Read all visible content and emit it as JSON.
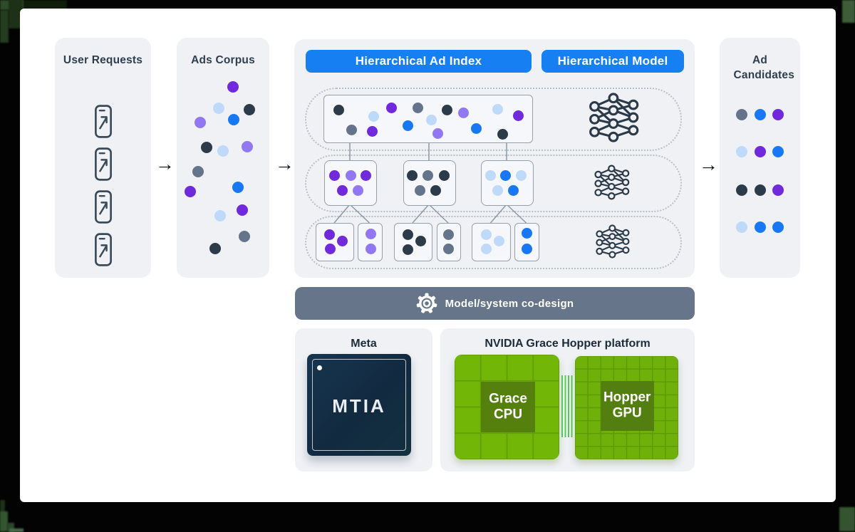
{
  "palette": {
    "purple": "#7129DC",
    "medpurple": "#9178F2",
    "lightblue": "#BFD9F9",
    "blue": "#1877F2",
    "dark": "#2C3B49",
    "gray": "#64748B"
  },
  "flow_arrow": "→",
  "user_requests": {
    "title": "User Requests",
    "phone_count": 4
  },
  "ads_corpus": {
    "title": "Ads Corpus",
    "embeddings": {
      "size": 16,
      "dots": [
        [
          79,
          69,
          "purple"
        ],
        [
          59,
          99,
          "lightblue"
        ],
        [
          102,
          101,
          "dark"
        ],
        [
          80,
          115,
          "blue"
        ],
        [
          33,
          119,
          "medpurple"
        ],
        [
          42,
          154,
          "dark"
        ],
        [
          65,
          159,
          "lightblue"
        ],
        [
          99,
          153,
          "medpurple"
        ],
        [
          30,
          188,
          "gray"
        ],
        [
          86,
          210,
          "blue"
        ],
        [
          19,
          216,
          "purple"
        ],
        [
          92,
          242,
          "purple"
        ],
        [
          61,
          250,
          "lightblue"
        ],
        [
          95,
          279,
          "gray"
        ],
        [
          54,
          296,
          "dark"
        ]
      ]
    }
  },
  "hierarchy": {
    "index_button": "Hierarchical Ad Index",
    "model_button": "Hierarchical Model",
    "level1": {
      "box": {
        "size": 15,
        "dots": [
          [
            20,
            20,
            "dark"
          ],
          [
            69,
            29,
            "lightblue"
          ],
          [
            94,
            17,
            "purple"
          ],
          [
            38,
            48,
            "gray"
          ],
          [
            67,
            50,
            "purple"
          ],
          [
            117,
            42,
            "blue"
          ],
          [
            131,
            17,
            "gray"
          ],
          [
            150,
            34,
            "lightblue"
          ],
          [
            172,
            20,
            "dark"
          ],
          [
            159,
            53,
            "medpurple"
          ],
          [
            195,
            24,
            "medpurple"
          ],
          [
            213,
            46,
            "blue"
          ],
          [
            243,
            19,
            "lightblue"
          ],
          [
            250,
            54,
            "dark"
          ],
          [
            272,
            28,
            "purple"
          ]
        ]
      }
    },
    "level2": {
      "boxes": [
        {
          "size": 15,
          "dots": [
            [
              13,
              20,
              "purple"
            ],
            [
              36,
              20,
              "medpurple"
            ],
            [
              57,
              20,
              "purple"
            ],
            [
              24,
              41,
              "purple"
            ],
            [
              46,
              41,
              "medpurple"
            ]
          ]
        },
        {
          "size": 15,
          "dots": [
            [
              11,
              20,
              "dark"
            ],
            [
              33,
              20,
              "gray"
            ],
            [
              56,
              20,
              "dark"
            ],
            [
              22,
              41,
              "gray"
            ],
            [
              44,
              41,
              "dark"
            ]
          ]
        },
        {
          "size": 15,
          "dots": [
            [
              12,
              20,
              "lightblue"
            ],
            [
              33,
              20,
              "blue"
            ],
            [
              55,
              20,
              "lightblue"
            ],
            [
              22,
              41,
              "lightblue"
            ],
            [
              44,
              41,
              "blue"
            ]
          ]
        }
      ]
    },
    "level3": {
      "boxes": [
        {
          "size": 15,
          "dots": [
            [
              18,
              15,
              "purple"
            ],
            [
              36,
              24,
              "purple"
            ],
            [
              19,
              35,
              "purple"
            ]
          ]
        },
        {
          "size": 15,
          "dots": [
            [
              17,
              14,
              "medpurple"
            ],
            [
              17,
              35,
              "medpurple"
            ]
          ]
        },
        {
          "size": 15,
          "dots": [
            [
              18,
              15,
              "dark"
            ],
            [
              36,
              24,
              "dark"
            ],
            [
              18,
              36,
              "dark"
            ]
          ]
        },
        {
          "size": 15,
          "dots": [
            [
              15,
              15,
              "gray"
            ],
            [
              15,
              35,
              "gray"
            ]
          ]
        },
        {
          "size": 15,
          "dots": [
            [
              19,
              15,
              "lightblue"
            ],
            [
              37,
              24,
              "lightblue"
            ],
            [
              19,
              35,
              "lightblue"
            ]
          ]
        },
        {
          "size": 15,
          "dots": [
            [
              16,
              13,
              "blue"
            ],
            [
              16,
              35,
              "blue"
            ]
          ]
        }
      ]
    }
  },
  "ad_candidates": {
    "title": "Ad Candidates",
    "results": {
      "size": 16,
      "dots": [
        [
          31,
          108,
          "gray"
        ],
        [
          57,
          108,
          "blue"
        ],
        [
          82,
          108,
          "purple"
        ],
        [
          31,
          160,
          "lightblue"
        ],
        [
          57,
          160,
          "purple"
        ],
        [
          82,
          160,
          "blue"
        ],
        [
          31,
          214,
          "dark"
        ],
        [
          57,
          214,
          "dark"
        ],
        [
          82,
          214,
          "purple"
        ],
        [
          31,
          266,
          "lightblue"
        ],
        [
          57,
          266,
          "blue"
        ],
        [
          82,
          266,
          "blue"
        ]
      ]
    }
  },
  "codesign": {
    "label": "Model/system co-design"
  },
  "meta": {
    "title": "Meta",
    "chip_label": "MTIA"
  },
  "nvidia": {
    "title": "NVIDIA Grace Hopper platform",
    "cpu": [
      "Grace",
      "CPU"
    ],
    "gpu": [
      "Hopper",
      "GPU"
    ]
  }
}
